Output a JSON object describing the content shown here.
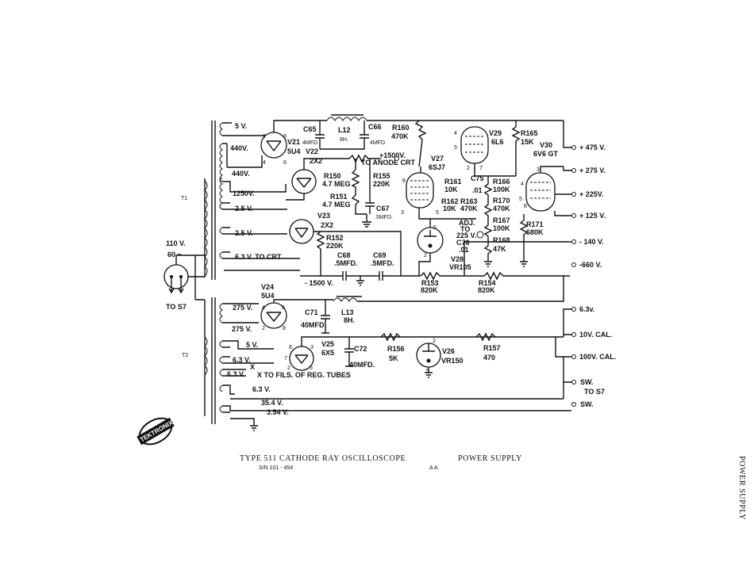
{
  "title": {
    "left": "TYPE 511 CATHODE RAY OSCILLOSCOPE",
    "right": "POWER SUPPLY",
    "serial": "S/N  101 - 454",
    "rev": "A A",
    "edge": "POWER SUPPLY"
  },
  "logo": "TEKTRONIX",
  "input": {
    "voltage": "110 V.",
    "freq": "60 ~",
    "to": "TO S7"
  },
  "transformers": {
    "t1": "T1",
    "t2": "T2"
  },
  "t1_taps": [
    "5 V.",
    "440V.",
    "440V.",
    "1250V.",
    "2.5 V.",
    "2.5 V.",
    "6.3 V. TO CRT"
  ],
  "t2_taps": [
    "275 V.",
    "275 V.",
    "5 V.",
    "6.3 V.",
    "6.3 V.",
    "6.3 V.",
    "35.4 V.",
    "3.54 V."
  ],
  "fil_note": "X TO FILS. OF REG. TUBES",
  "tubes": [
    {
      "ref": "V21",
      "type": "5U4"
    },
    {
      "ref": "V22",
      "type": "2X2"
    },
    {
      "ref": "V23",
      "type": "2X2"
    },
    {
      "ref": "V24",
      "type": "5U4"
    },
    {
      "ref": "V25",
      "type": "6X5"
    },
    {
      "ref": "V26",
      "type": "VR150"
    },
    {
      "ref": "V27",
      "type": "6SJ7"
    },
    {
      "ref": "V28",
      "type": "VR105"
    },
    {
      "ref": "V29",
      "type": "6L6"
    },
    {
      "ref": "V30",
      "type": "6V6 GT"
    }
  ],
  "components": {
    "c65": "C65",
    "c65v": "4MFD.",
    "l12": "L12",
    "l12v": "8H.",
    "c66": "C66",
    "c66v": "4MFD.",
    "r160": "R160",
    "r160v": "470K",
    "r165": "R165",
    "r165v": "15K",
    "r155": "R155",
    "r155v": "220K",
    "r155n": "+1500V.",
    "anode": "TO ANODE CRT",
    "r150": "R150",
    "r150v": "4.7 MEG",
    "r151": "R151",
    "r151v": "4.7 MEG",
    "c67": "C67",
    "c67v": ".5MFD.",
    "r152": "R152",
    "r152v": "220K",
    "c68": "C68",
    "c68v": ".5MFD.",
    "c69": "C69",
    "c69v": ".5MFD.",
    "neg1500": "- 1500 V.",
    "r153": "R153",
    "r153v": "820K",
    "r154": "R154",
    "r154v": "820K",
    "r161": "R161",
    "r161v": "10K",
    "c75": "C75",
    "c75v": ".01",
    "r162": "R162",
    "r162v": "10K",
    "r163": "R163",
    "r163v": "470K",
    "r166": "R166",
    "r166v": "100K",
    "r170": "R170",
    "r170v": "470K",
    "r167": "R167",
    "r167v": "100K",
    "r171": "R171",
    "r171v": "680K",
    "r168": "R168",
    "r168v": "47K",
    "c76": "C76",
    "c76v": ".01",
    "adj": "ADJ.",
    "adjto": "TO",
    "adjv": "225 V.",
    "c71": "C71",
    "c71v": "40MFD.",
    "l13": "L13",
    "l13v": "8H.",
    "c72": "C72",
    "c72v": "40MFD.",
    "r156": "R156",
    "r156v": "5K",
    "r157": "R157",
    "r157v": "470"
  },
  "outputs": [
    "+ 475 V.",
    "+ 275 V.",
    "+ 225V.",
    "+ 125 V.",
    "- 140 V.",
    "-660 V.",
    "6.3v.",
    "10V. CAL.",
    "100V. CAL.",
    "SW.",
    "TO S7",
    "SW."
  ]
}
